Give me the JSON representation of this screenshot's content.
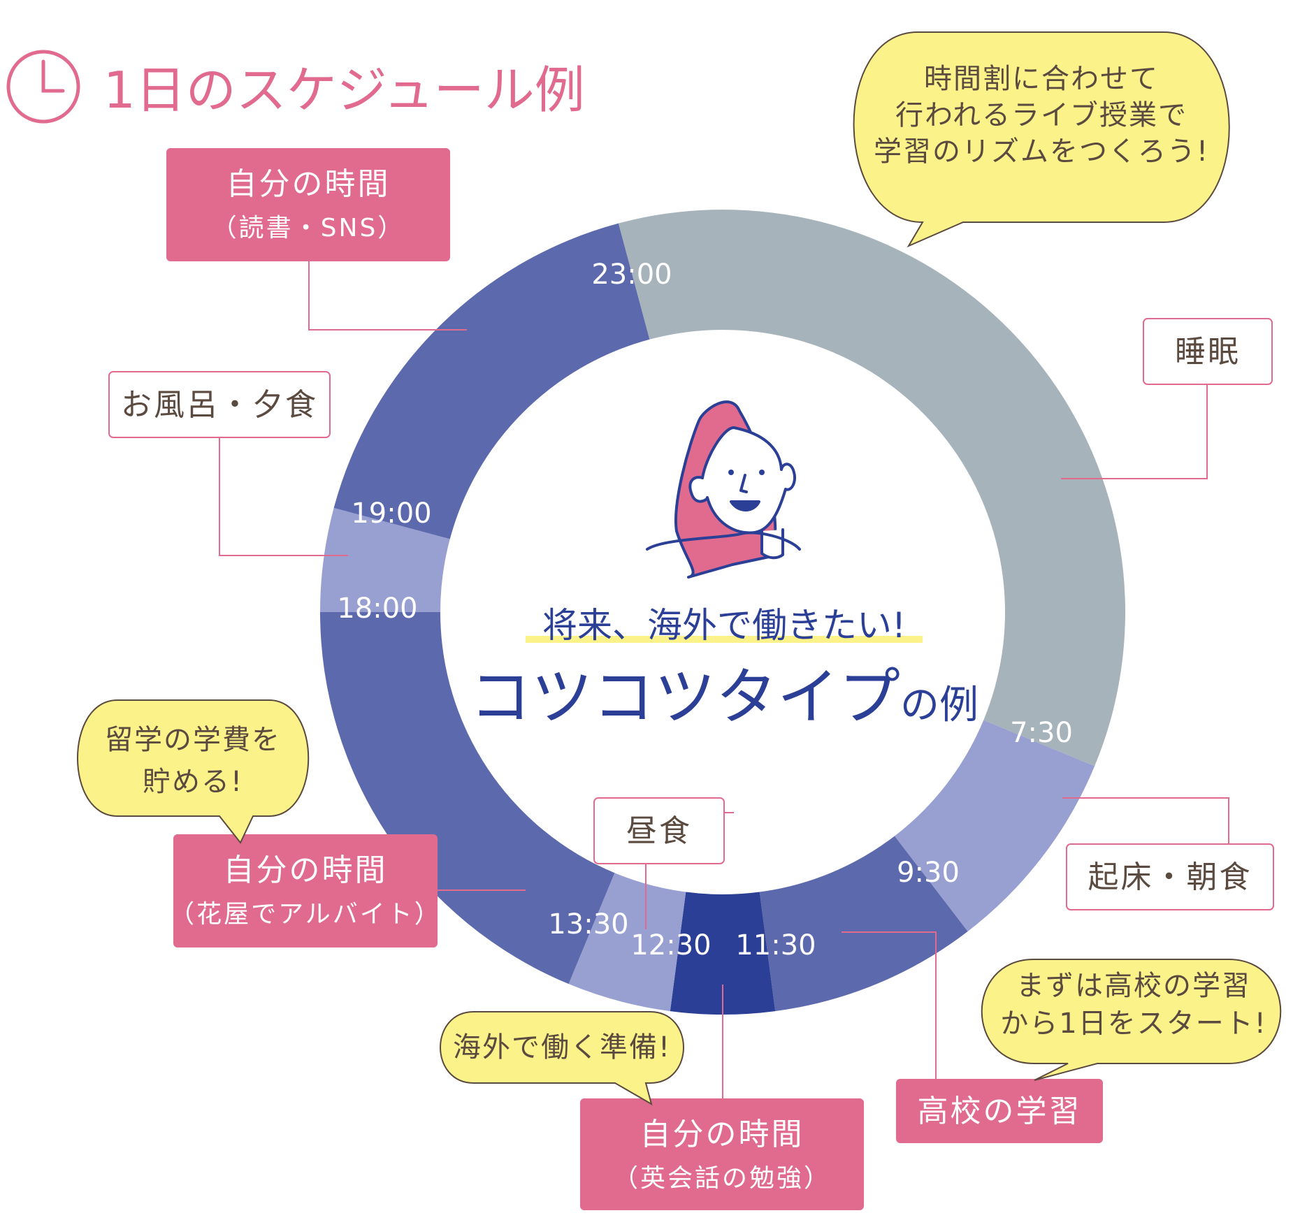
{
  "header": {
    "title": "1日のスケジュール例",
    "icon": "clock-icon"
  },
  "center": {
    "subtitle": "将来、海外で働きたい!",
    "title_main": "コツコツタイプ",
    "title_suffix": "の例"
  },
  "colors": {
    "sleep": "#a7b3bb",
    "light": "#98a0d1",
    "medium": "#5d69ad",
    "dark": "#2b3f96",
    "pink": "#e06b8e",
    "bubble": "#fbf28a",
    "text": "#5b4a3f",
    "navy": "#2b3f96"
  },
  "chart_data": {
    "type": "pie",
    "unit": "hours",
    "segments": [
      {
        "start": 0,
        "end": 7.5,
        "value": 7.5,
        "color_key": "sleep"
      },
      {
        "start": 7.5,
        "end": 9.5,
        "value": 2,
        "color_key": "light"
      },
      {
        "start": 9.5,
        "end": 11.5,
        "value": 2,
        "color_key": "medium"
      },
      {
        "start": 11.5,
        "end": 12.5,
        "value": 1,
        "color_key": "dark"
      },
      {
        "start": 12.5,
        "end": 13.5,
        "value": 1,
        "color_key": "light"
      },
      {
        "start": 13.5,
        "end": 18,
        "value": 4.5,
        "color_key": "medium"
      },
      {
        "start": 18,
        "end": 19,
        "value": 1,
        "color_key": "light"
      },
      {
        "start": 19,
        "end": 23,
        "value": 4,
        "color_key": "medium"
      },
      {
        "start": 23,
        "end": 24,
        "value": 1,
        "color_key": "sleep"
      }
    ],
    "time_labels": [
      {
        "hour": 23,
        "text": "23:00"
      },
      {
        "hour": 19,
        "text": "19:00"
      },
      {
        "hour": 18,
        "text": "18:00"
      },
      {
        "hour": 7.5,
        "text": "7:30"
      },
      {
        "hour": 9.5,
        "text": "9:30"
      },
      {
        "hour": 11.5,
        "text": "11:30"
      },
      {
        "hour": 12.5,
        "text": "12:30"
      },
      {
        "hour": 13.5,
        "text": "13:30"
      }
    ]
  },
  "activities": [
    {
      "name": "activity-free-time-reading",
      "style": "pink",
      "lines": [
        "自分の時間",
        "（読書・SNS）"
      ]
    },
    {
      "name": "activity-bath-dinner",
      "style": "outline",
      "lines": [
        "お風呂・夕食"
      ]
    },
    {
      "name": "activity-sleep",
      "style": "outline",
      "lines": [
        "睡眠"
      ]
    },
    {
      "name": "activity-wake-breakfast",
      "style": "outline",
      "lines": [
        "起床・朝食"
      ]
    },
    {
      "name": "activity-lunch",
      "style": "outline",
      "lines": [
        "昼食"
      ]
    },
    {
      "name": "activity-free-time-parttime",
      "style": "pink",
      "lines": [
        "自分の時間",
        "（花屋でアルバイト）"
      ]
    },
    {
      "name": "activity-free-time-english",
      "style": "pink",
      "lines": [
        "自分の時間",
        "（英会話の勉強）"
      ]
    },
    {
      "name": "activity-high-school-study",
      "style": "pink",
      "lines": [
        "高校の学習"
      ]
    }
  ],
  "bubbles": [
    {
      "name": "bubble-live-class",
      "lines": [
        "時間割に合わせて",
        "行われるライブ授業で",
        "学習のリズムをつくろう!"
      ]
    },
    {
      "name": "bubble-save-tuition",
      "lines": [
        "留学の学費を",
        "貯める!"
      ]
    },
    {
      "name": "bubble-prepare-abroad",
      "lines": [
        "海外で働く準備!"
      ]
    },
    {
      "name": "bubble-start-day",
      "lines": [
        "まずは高校の学習",
        "から1日をスタート!"
      ]
    }
  ]
}
